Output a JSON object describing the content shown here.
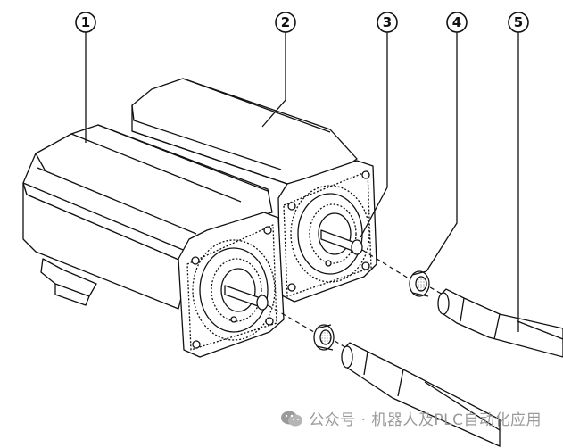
{
  "callouts": [
    {
      "label": "1"
    },
    {
      "label": "2"
    },
    {
      "label": "3"
    },
    {
      "label": "4"
    },
    {
      "label": "5"
    }
  ],
  "watermark": {
    "text": "公众号 · 机器人及PLC自动化应用",
    "icon": "wechat-logo-icon"
  },
  "colors": {
    "line": "#111111",
    "watermark": "#9a9a9a",
    "background": "#ffffff"
  }
}
